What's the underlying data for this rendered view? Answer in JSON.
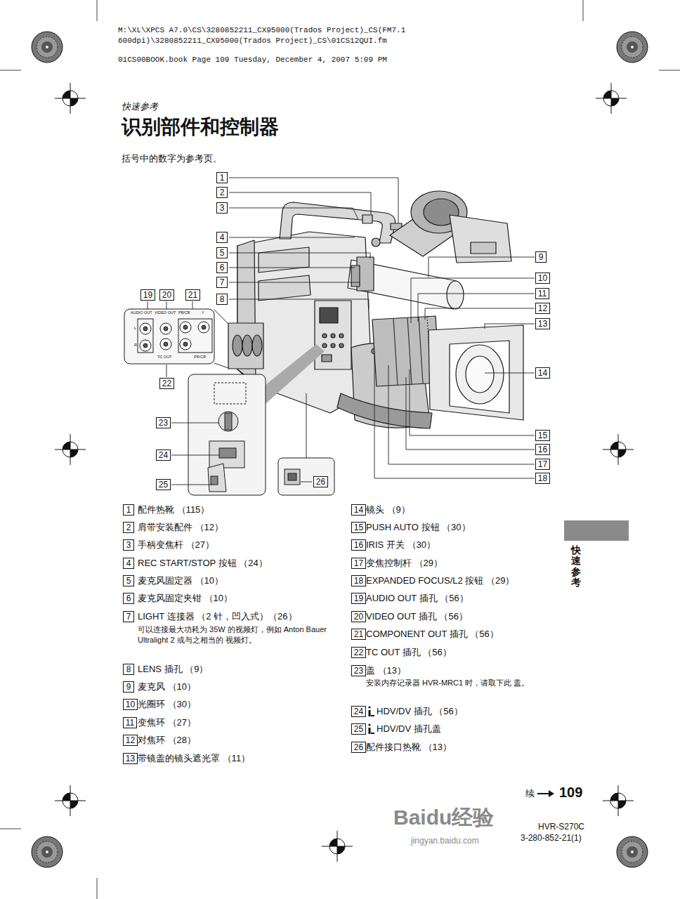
{
  "diagram": {
    "title": "识别部件和控制器",
    "nodes": [
      {
        "text": [
          "1"
        ]
      },
      {
        "text": [
          "2"
        ]
      },
      {
        "text": [
          "3"
        ]
      },
      {
        "text": [
          "4"
        ]
      },
      {
        "text": [
          "5"
        ]
      },
      {
        "text": [
          "6"
        ]
      },
      {
        "text": [
          "7"
        ]
      },
      {
        "text": [
          "8"
        ]
      },
      {
        "text": [
          "9"
        ]
      },
      {
        "text": [
          "10"
        ]
      },
      {
        "text": [
          "11"
        ]
      },
      {
        "text": [
          "12"
        ]
      },
      {
        "text": [
          "13"
        ]
      },
      {
        "text": [
          "14"
        ]
      },
      {
        "text": [
          "15"
        ]
      },
      {
        "text": [
          "16"
        ]
      },
      {
        "text": [
          "17"
        ]
      },
      {
        "text": [
          "18"
        ]
      },
      {
        "text": [
          "19"
        ]
      },
      {
        "text": [
          "20"
        ]
      },
      {
        "text": [
          "21"
        ]
      },
      {
        "text": [
          "22"
        ]
      },
      {
        "text": [
          "23"
        ]
      },
      {
        "text": [
          "24"
        ]
      },
      {
        "text": [
          "25"
        ]
      },
      {
        "text": [
          "26"
        ]
      },
      {
        "text": [
          "1"
        ]
      },
      {
        "text": [
          "2"
        ]
      },
      {
        "text": [
          "3"
        ]
      },
      {
        "text": [
          "4"
        ]
      },
      {
        "text": [
          "5"
        ]
      },
      {
        "text": [
          "6"
        ]
      },
      {
        "text": [
          "7"
        ]
      },
      {
        "text": [
          "8"
        ]
      },
      {
        "text": [
          "9"
        ]
      },
      {
        "text": [
          "10"
        ]
      },
      {
        "text": [
          "11"
        ]
      },
      {
        "text": [
          "12"
        ]
      },
      {
        "text": [
          "13"
        ]
      },
      {
        "text": [
          "14"
        ]
      },
      {
        "text": [
          "15"
        ]
      },
      {
        "text": [
          "16"
        ]
      },
      {
        "text": [
          "17"
        ]
      },
      {
        "text": [
          "18"
        ]
      },
      {
        "text": [
          "19"
        ]
      },
      {
        "text": [
          "20"
        ]
      },
      {
        "text": [
          "21"
        ]
      },
      {
        "text": [
          "22"
        ]
      },
      {
        "text": [
          "23"
        ]
      },
      {
        "text": [
          "24"
        ]
      },
      {
        "text": [
          "25"
        ]
      },
      {
        "text": [
          "26"
        ]
      }
    ],
    "labels": [
      "M:\\XL\\XPCS A7.0\\CS\\3280852211_CX95000(Trados Project)_CS(FM7.1 600dpi)\\3280852211_CX95000(Trados Project)_CS\\01CS12QUI.fm",
      "01CS00BOOK.book Page 109 Tuesday, December 4, 2007 5:09 PM",
      "快速参考",
      "括号中的数字为参考页。",
      "配件热靴 （115）",
      "肩带安装配件 （12）",
      "手柄变焦杆 （27）",
      "REC START/STOP 按钮 （24）",
      "麦克风固定器 （10）",
      "麦克风固定夹钳 （10）",
      "LIGHT 连接器 （2 针，凹入式）（26）",
      "LENS 插孔 （9）",
      "麦克风 （10）",
      "光圈环 （30）",
      "变焦环 （27）",
      "对焦环 （28）",
      "带镜盖的镜头遮光罩 （11）",
      "镜头 （9）",
      "PUSH AUTO 按钮 （30）",
      "IRIS 开关 （30）",
      "变焦控制杆 （29）",
      "EXPANDED FOCUS/L2 按钮 （29）",
      "AUDIO OUT 插孔 （56）",
      "VIDEO OUT 插孔 （56）",
      "COMPONENT OUT 插孔 （56）",
      "TC OUT 插孔 （56）",
      "盖 （13）",
      "HDV/DV 插孔 （56）",
      "HDV/DV 插孔盖",
      "配件接口热靴 （13）",
      "可以连接最大功耗为 35W 的视频灯，例如 Anton Bauer Ultralight 2 或与之相当的 视频灯。",
      "安装内存记录器 HVR-MRC1 时，请取下此 盖。",
      "快速参考",
      "续",
      "109",
      "HVR-S270C",
      "3-280-852-21(1)",
      "Baidu经验",
      "jingyan.baidu.com",
      "AUDIO OUT",
      "VIDEO OUT",
      "PB/CB",
      "Y",
      "L",
      "R",
      "TC OUT",
      "PR/CR"
    ]
  }
}
